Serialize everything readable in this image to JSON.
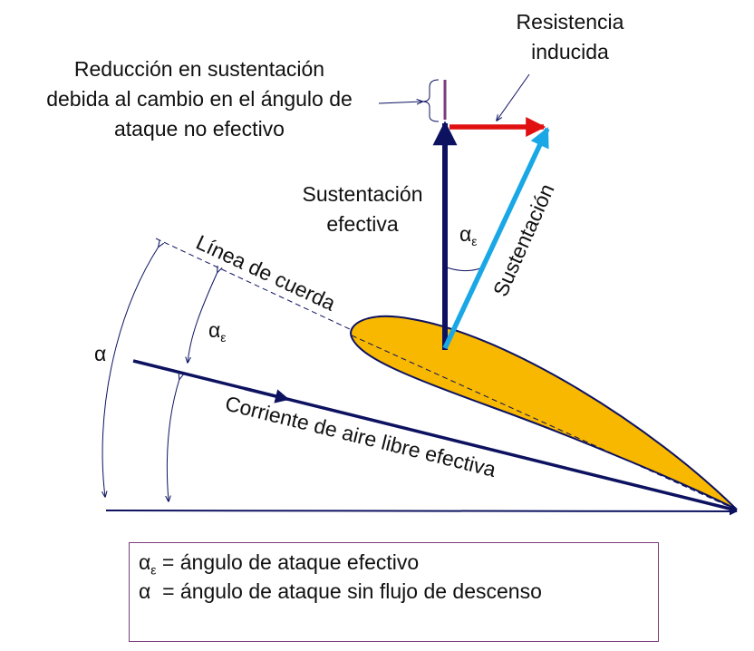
{
  "labels": {
    "reduction_line1": "Reducción en sustentación",
    "reduction_line2": "debida al cambio en el ángulo de",
    "reduction_line3": "ataque no efectivo",
    "induced_line1": "Resistencia",
    "induced_line2": "inducida",
    "effective_lift_line1": "Sustentación",
    "effective_lift_line2": "efectiva",
    "lift": "Sustentación",
    "chord_line": "Línea de cuerda",
    "freestream": "Corriente de aire libre efectiva",
    "alpha": "α",
    "alpha_eps_base": "α",
    "alpha_eps_sub": "ε"
  },
  "legend": {
    "line1_symbol": "α",
    "line1_sub": "ε",
    "line1_text": " = ángulo de ataque efectivo",
    "line2_symbol": "α",
    "line2_text": "  = ángulo de ataque sin flujo de descenso"
  },
  "colors": {
    "navy": "#0d1260",
    "red": "#e01010",
    "cyan": "#1aa7e6",
    "airfoil_fill": "#f8b800",
    "purple": "#7a3d7a"
  }
}
